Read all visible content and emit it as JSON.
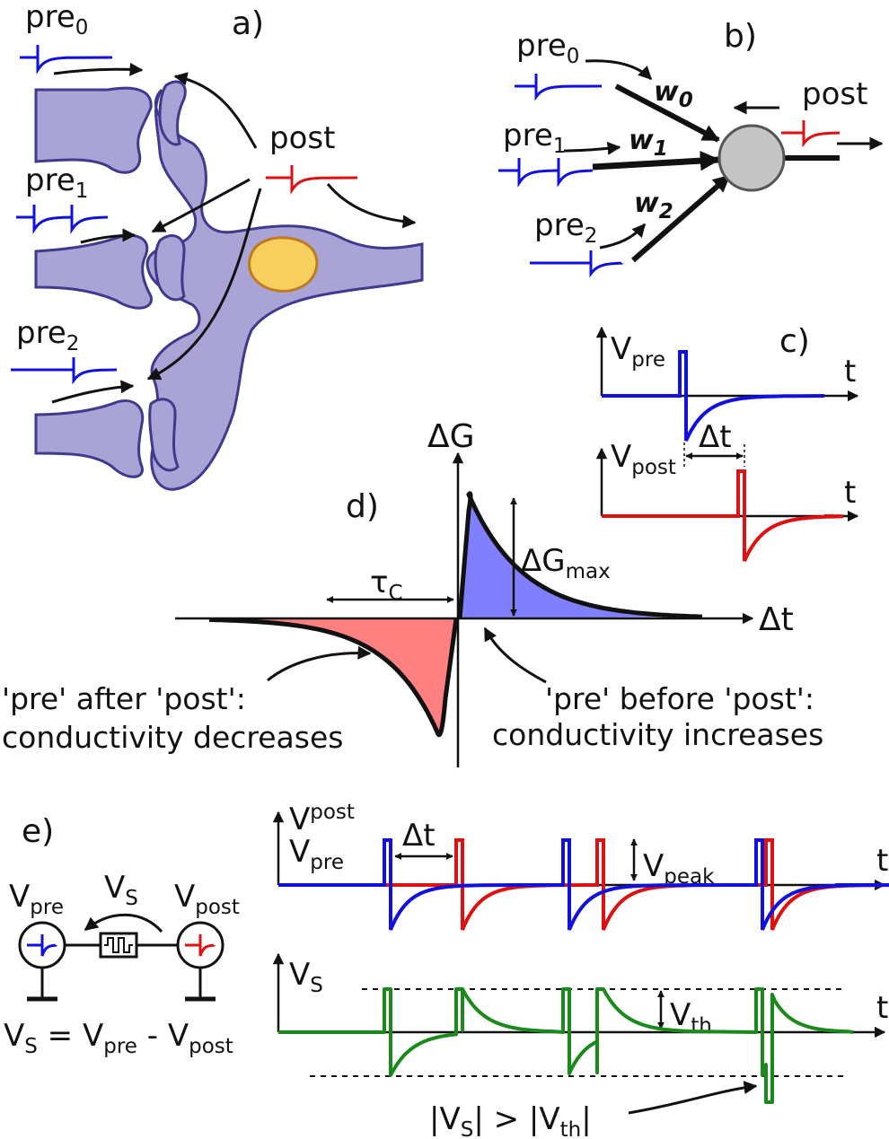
{
  "colors": {
    "pre": "#1010e0",
    "post": "#e01010",
    "vs": "#1a8a1a",
    "neuron": "#a9a3d6",
    "neuron_edge": "#3f3a8e",
    "nucleus": "#f7cf5c",
    "nucleus_edge": "#c07a20",
    "node": "#c4c4c4",
    "potentiation": "#8080ff",
    "depression": "#ff8080"
  },
  "panel_a": {
    "label": "a)",
    "pre0": {
      "base": "pre",
      "sub": "0"
    },
    "pre1": {
      "base": "pre",
      "sub": "1"
    },
    "pre2": {
      "base": "pre",
      "sub": "2"
    },
    "post": "post"
  },
  "panel_b": {
    "label": "b)",
    "pre0": {
      "base": "pre",
      "sub": "0"
    },
    "pre1": {
      "base": "pre",
      "sub": "1"
    },
    "pre2": {
      "base": "pre",
      "sub": "2"
    },
    "post": "post",
    "w0": {
      "base": "w",
      "sub": "0"
    },
    "w1": {
      "base": "w",
      "sub": "1"
    },
    "w2": {
      "base": "w",
      "sub": "2"
    }
  },
  "panel_c": {
    "label": "c)",
    "vpre": {
      "base": "V",
      "sub": "pre"
    },
    "vpost": {
      "base": "V",
      "sub": "post"
    },
    "t": "t",
    "dt": "Δt"
  },
  "panel_d": {
    "label": "d)",
    "y_axis": "ΔG",
    "x_axis": "Δt",
    "tau": {
      "base": "τ",
      "sub": "C"
    },
    "gmax": {
      "base": "ΔG",
      "sub": "max"
    },
    "left_caption_1": "'pre' after 'post':",
    "left_caption_2": "conductivity decreases",
    "right_caption_1": "'pre' before 'post':",
    "right_caption_2": "conductivity increases"
  },
  "panel_e": {
    "label": "e)",
    "vpre": {
      "base": "V",
      "sub": "pre"
    },
    "vpost": {
      "base": "V",
      "sub": "post"
    },
    "vs": {
      "base": "V",
      "sub": "S"
    },
    "eq": {
      "a": "V",
      "a_sub": "S",
      "b": " = V",
      "b_sub": "pre",
      "c": " - V",
      "c_sub": "post"
    },
    "top_vpost": {
      "base": "V",
      "sub": "post"
    },
    "top_vpre": {
      "base": "V",
      "sub": "pre"
    },
    "dt": "Δt",
    "vpeak": {
      "base": "V",
      "sub": "peak"
    },
    "t": "t",
    "bot_vs": {
      "base": "V",
      "sub": "S"
    },
    "vth": {
      "base": "V",
      "sub": "th"
    },
    "cond": {
      "p1": "|V",
      "s1": "S",
      "p2": "|  >  |V",
      "s2": "th",
      "p3": "|"
    }
  }
}
